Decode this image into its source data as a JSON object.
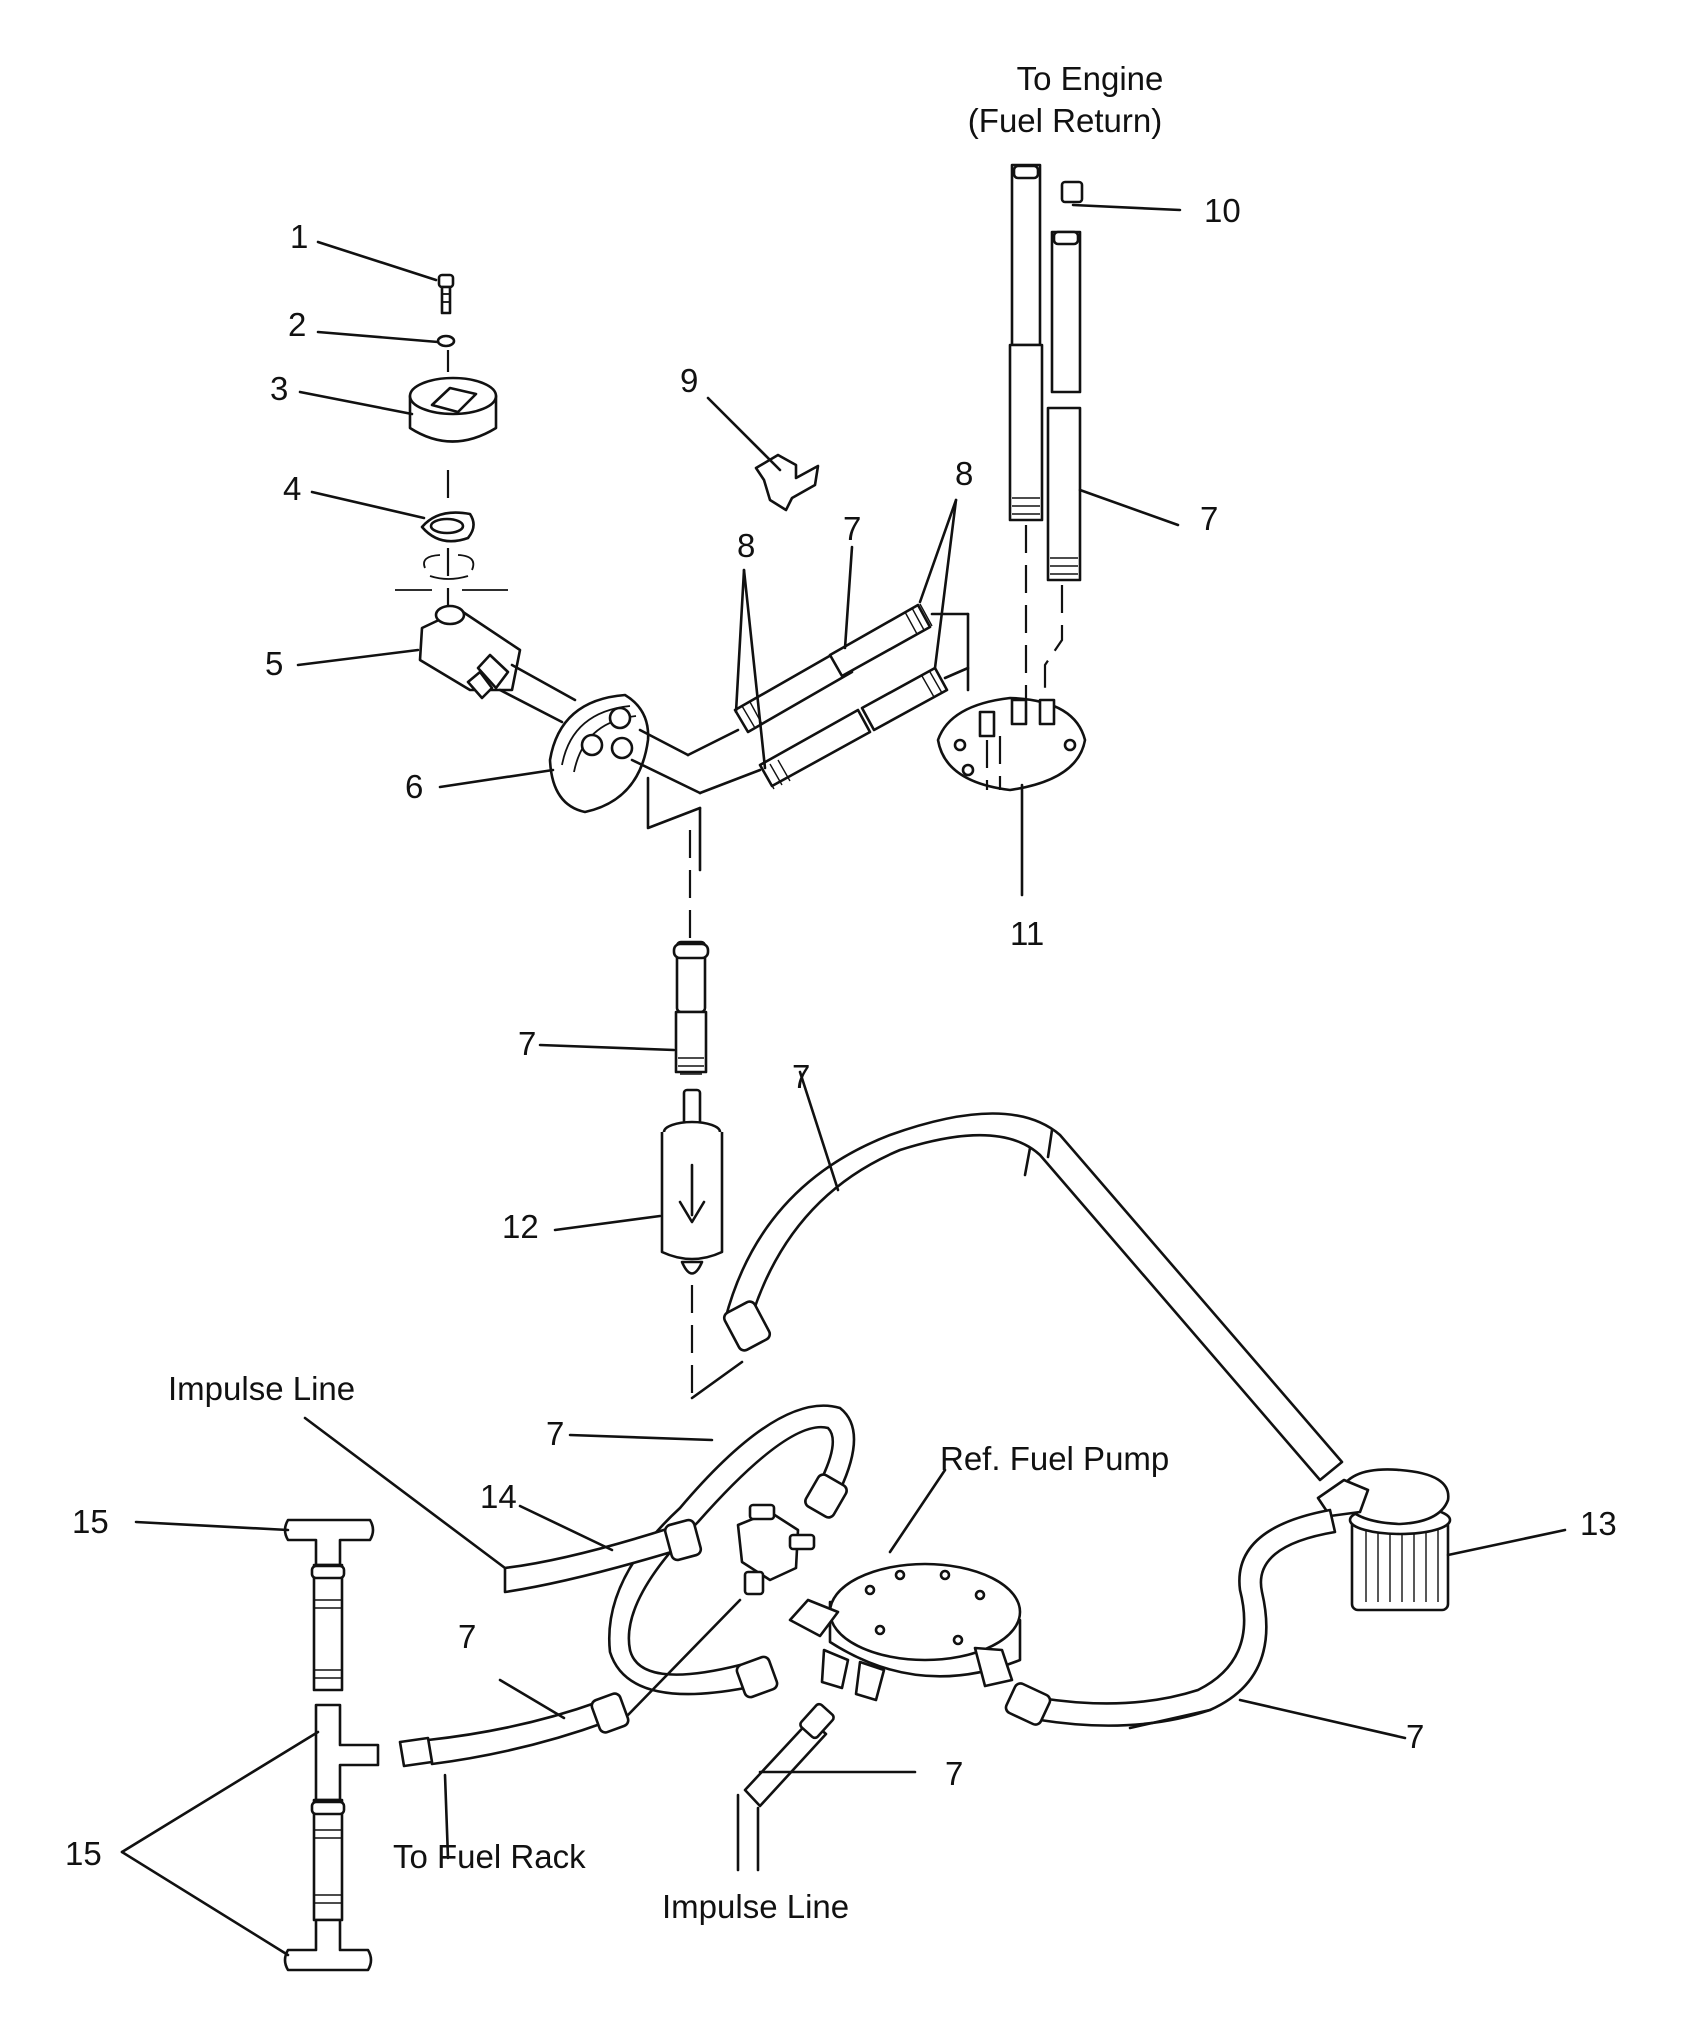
{
  "labels": {
    "to_engine": "To Engine",
    "fuel_return": "(Fuel Return)",
    "impulse_line": "Impulse Line",
    "ref_fuel_pump": "Ref. Fuel Pump",
    "to_fuel_rack": "To Fuel Rack"
  },
  "callouts": {
    "c1": "1",
    "c2": "2",
    "c3": "3",
    "c4": "4",
    "c5": "5",
    "c6": "6",
    "c7": "7",
    "c8": "8",
    "c9": "9",
    "c10": "10",
    "c11": "11",
    "c12": "12",
    "c13": "13",
    "c14": "14",
    "c15": "15"
  }
}
